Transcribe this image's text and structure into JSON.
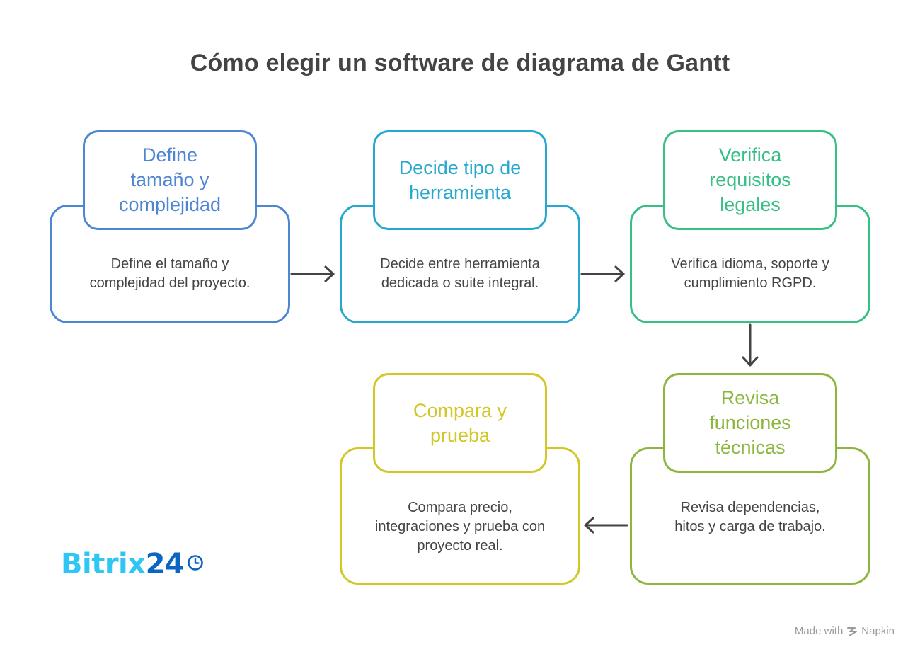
{
  "title": "Cómo elegir un software de diagrama de Gantt",
  "colors": {
    "step1": "#4f86d4",
    "step2": "#29a8cf",
    "step3": "#37bf86",
    "step4": "#8cb73f",
    "step5": "#d2c725",
    "text": "#444444",
    "arrow": "#444444",
    "logo_light": "#2fc6f6",
    "logo_dark": "#0b66c3"
  },
  "steps": [
    {
      "heading": "Define\ntamaño y\ncomplejidad",
      "description": "Define el tamaño y\ncomplejidad del proyecto."
    },
    {
      "heading": "Decide tipo de\nherramienta",
      "description": "Decide entre herramienta\ndedicada o suite integral."
    },
    {
      "heading": "Verifica\nrequisitos\nlegales",
      "description": "Verifica idioma, soporte y\ncumplimiento RGPD."
    },
    {
      "heading": "Revisa\nfunciones\ntécnicas",
      "description": "Revisa dependencias,\nhitos y carga de trabajo."
    },
    {
      "heading": "Compara y\nprueba",
      "description": "Compara precio,\nintegraciones y prueba con\nproyecto real."
    }
  ],
  "logo": {
    "text_part1": "Bitrix",
    "text_part2": "24",
    "icon": "clock-icon"
  },
  "footer": {
    "made_with": "Made with",
    "brand": "Napkin",
    "icon": "napkin-logo-icon"
  }
}
